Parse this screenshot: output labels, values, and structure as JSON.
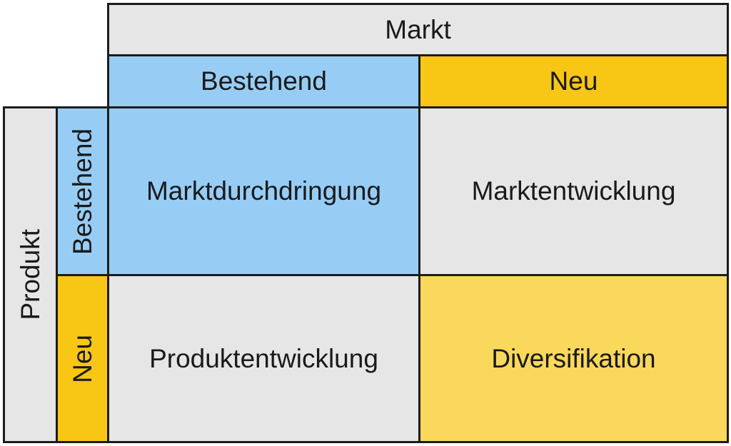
{
  "header": {
    "title": "Markt",
    "existing": "Bestehend",
    "new": "Neu"
  },
  "side": {
    "title": "Produkt",
    "existing": "Bestehend",
    "new": "Neu"
  },
  "cells": {
    "existing_existing": "Marktdurchdringung",
    "existing_new": "Marktentwicklung",
    "new_existing": "Produktentwicklung",
    "new_new": "Diversifikation"
  },
  "colors": {
    "existing": "#97cdf5",
    "new": "#f8c614",
    "neutral": "#e6e6e6",
    "diversification": "#f9d85c"
  }
}
